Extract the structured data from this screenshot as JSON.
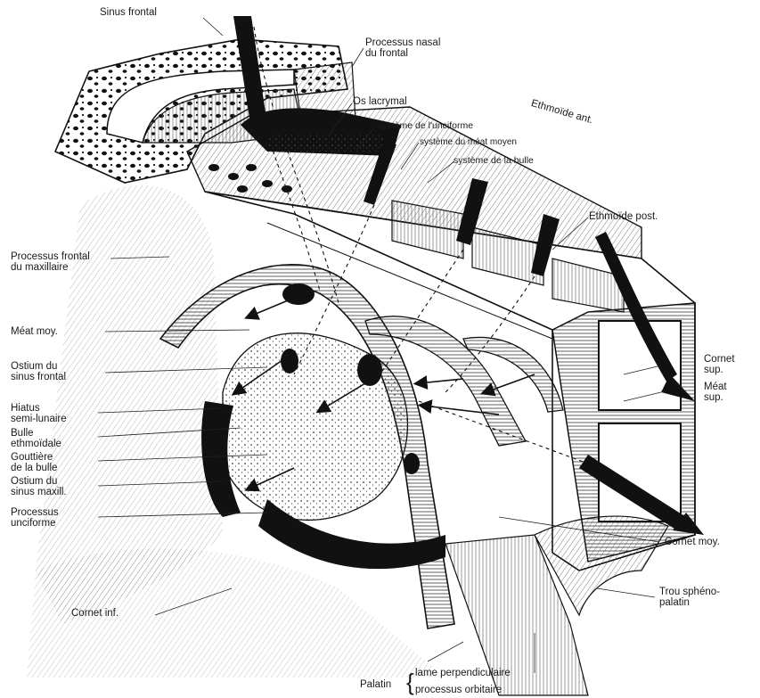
{
  "figure": {
    "colors": {
      "ink": "#111111",
      "paper": "#ffffff",
      "hatch": "#3a3a3a"
    },
    "labels": {
      "sinus_frontal": "Sinus frontal",
      "processus_nasal": [
        "Processus nasal",
        "du frontal"
      ],
      "os_lacrymal": "Os lacrymal",
      "ethmoide_ant": "Ethmoïde ant.",
      "systeme_unciforme": "système de l'unciforme",
      "systeme_meat_moyen": "système du méat moyen",
      "systeme_bulle": "système de la bulle",
      "ethmoide_post": "Ethmoïde post.",
      "processus_frontal_maxillaire": [
        "Processus frontal",
        "du maxillaire"
      ],
      "meat_moy": "Méat moy.",
      "ostium_sinus_frontal": [
        "Ostium du",
        "sinus frontal"
      ],
      "hiatus_semi_lunaire": [
        "Hiatus",
        "semi-lunaire"
      ],
      "bulle_ethmoidale": [
        "Bulle",
        "ethmoïdale"
      ],
      "gouttiere_bulle": [
        "Gouttière",
        "de la bulle"
      ],
      "ostium_sinus_maxill": [
        "Ostium du",
        "sinus maxill."
      ],
      "processus_unciforme": [
        "Processus",
        "unciforme"
      ],
      "cornet_sup": [
        "Cornet",
        "sup."
      ],
      "meat_sup": [
        "Méat",
        "sup."
      ],
      "cornet_moy": "Cornet moy.",
      "trou_spheno_palatin": [
        "Trou sphéno-",
        "palatin"
      ],
      "cornet_inf": "Cornet inf.",
      "palatin": "Palatin",
      "lame_perpendiculaire": "lame perpendiculaire",
      "processus_orbitaire": "processus orbitaire"
    }
  }
}
